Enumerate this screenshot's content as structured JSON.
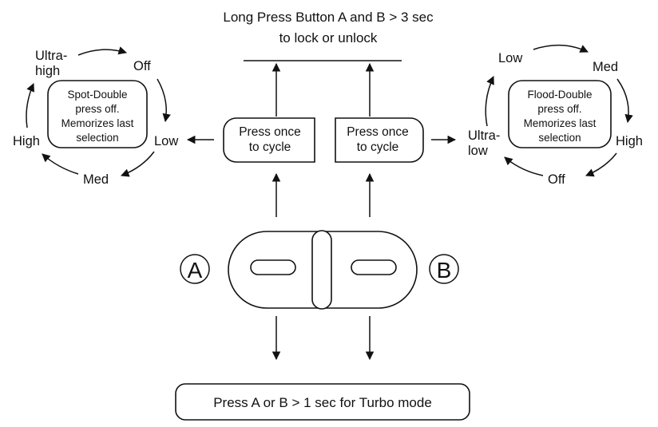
{
  "lock_note": [
    "Long Press Button A and B > 3 sec",
    "to lock or unlock"
  ],
  "button_a": {
    "letter": "A",
    "action": [
      "Press once",
      "to cycle"
    ],
    "cycle_note": [
      "Spot-Double",
      "press off.",
      "Memorizes last",
      "selection"
    ],
    "modes": {
      "off": "Off",
      "low": "Low",
      "med": "Med",
      "high": "High",
      "ultra_high": [
        "Ultra-",
        "high"
      ]
    }
  },
  "button_b": {
    "letter": "B",
    "action": [
      "Press once",
      "to cycle"
    ],
    "cycle_note": [
      "Flood-Double",
      "press off.",
      "Memorizes last",
      "selection"
    ],
    "modes": {
      "low": "Low",
      "med": "Med",
      "high": "High",
      "off": "Off",
      "ultra_low": [
        "Ultra-",
        "low"
      ]
    }
  },
  "turbo_note": "Press A or B > 1 sec for Turbo mode"
}
